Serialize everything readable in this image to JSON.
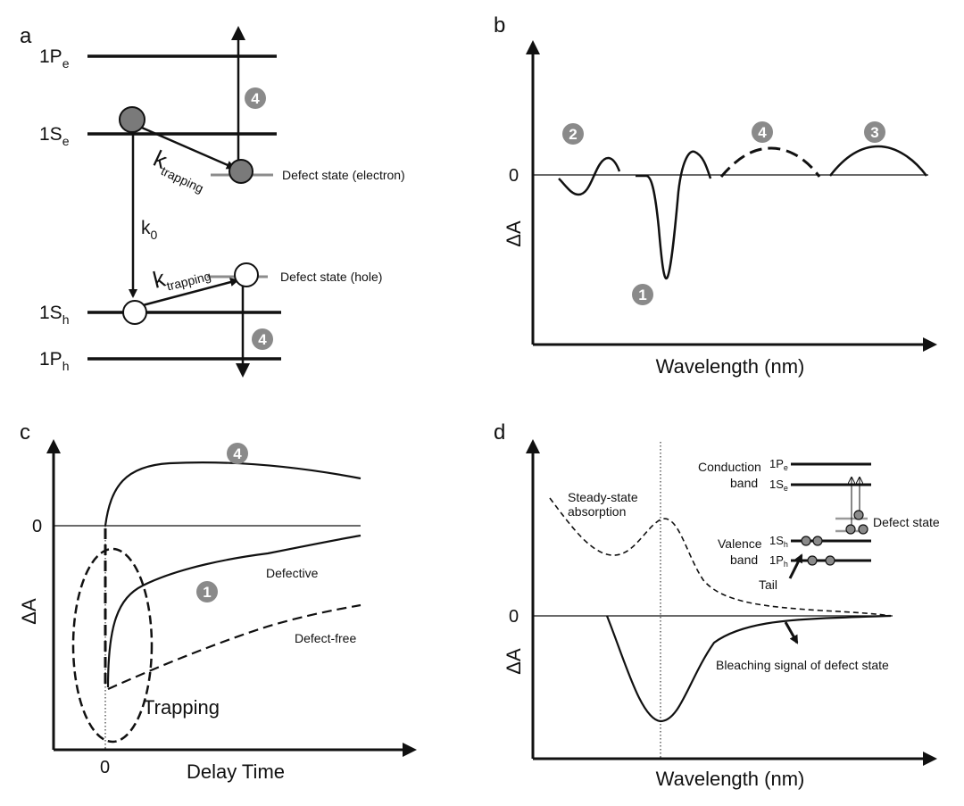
{
  "panels": {
    "a": {
      "letter": "a",
      "levels": {
        "p_e": {
          "main": "1P",
          "sub": "e"
        },
        "s_e": {
          "main": "1S",
          "sub": "e"
        },
        "s_h": {
          "main": "1S",
          "sub": "h"
        },
        "p_h": {
          "main": "1P",
          "sub": "h"
        }
      },
      "k_trap_main": "k",
      "k_trap_sub": "trapping",
      "k0_main": "k",
      "k0_sub": "0",
      "defect_electron": "Defect state (electron)",
      "defect_hole": "Defect state (hole)",
      "badge": "4"
    },
    "b": {
      "letter": "b",
      "ylabel": "ΔA",
      "xlabel": "Wavelength (nm)",
      "zero": "0",
      "badges": [
        "1",
        "2",
        "3",
        "4"
      ]
    },
    "c": {
      "letter": "c",
      "ylabel": "ΔA",
      "xlabel": "Delay Time",
      "zero_y": "0",
      "zero_x": "0",
      "label_defective": "Defective",
      "label_defect_free": "Defect-free",
      "label_trapping": "Trapping",
      "badges": [
        "4",
        "1"
      ]
    },
    "d": {
      "letter": "d",
      "ylabel": "ΔA",
      "xlabel": "Wavelength (nm)",
      "zero": "0",
      "steady_line1": "Steady-state",
      "steady_line2": "absorption",
      "tail": "Tail",
      "bleach": "Bleaching signal of defect state",
      "conduction_line1": "Conduction",
      "conduction_line2": "band",
      "valence_line1": "Valence",
      "valence_line2": "band",
      "defect_state": "Defect state",
      "inset_levels": {
        "p_e": {
          "main": "1P",
          "sub": "e"
        },
        "s_e": {
          "main": "1S",
          "sub": "e"
        },
        "s_h": {
          "main": "1S",
          "sub": "h"
        },
        "p_h": {
          "main": "1P",
          "sub": "h"
        }
      }
    }
  },
  "colors": {
    "badge": "#8a8a8a",
    "electron": "#7a7a7a",
    "defect_line": "#8c8c8c",
    "ink": "#111111"
  }
}
